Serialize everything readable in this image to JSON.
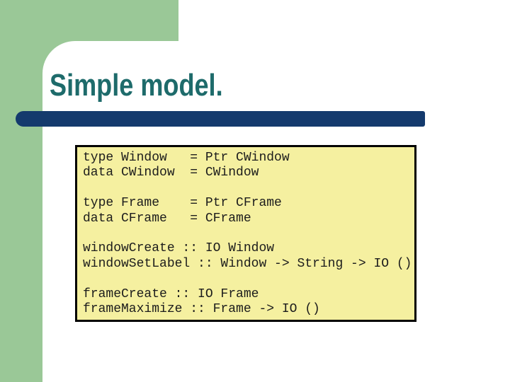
{
  "slide": {
    "title": "Simple model.",
    "code_block": {
      "lines": [
        "type Window   = Ptr CWindow",
        "data CWindow  = CWindow",
        "",
        "type Frame    = Ptr CFrame",
        "data CFrame   = CFrame",
        "",
        "windowCreate :: IO Window",
        "windowSetLabel :: Window -> String -> IO ()",
        "",
        "frameCreate :: IO Frame",
        "frameMaximize :: Frame -> IO ()"
      ]
    },
    "colors": {
      "frame_green": "#9ac897",
      "title_teal": "#1e6b6b",
      "accent_bar_navy": "#143a6d",
      "code_box_background": "#f5f0a0",
      "code_box_border": "#000000",
      "code_text": "#1c1c1c"
    }
  }
}
